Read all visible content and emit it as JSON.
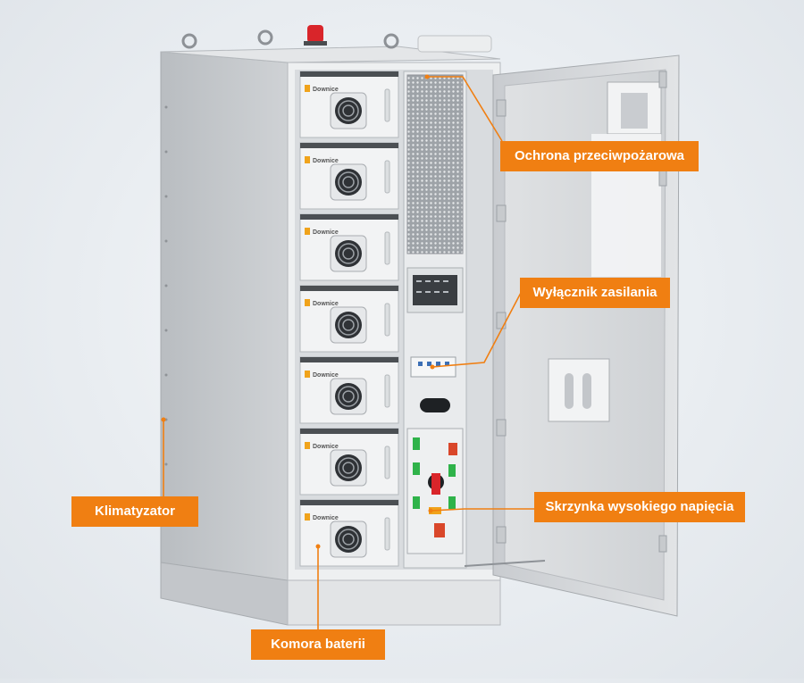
{
  "brand": "Downice",
  "callouts": {
    "fire_protection": "Ochrona przeciwpożarowa",
    "power_switch": "Wyłącznik zasilania",
    "air_conditioner": "Klimatyzator",
    "high_voltage_box": "Skrzynka wysokiego napięcia",
    "battery_chamber": "Komora baterii"
  },
  "colors": {
    "callout_bg": "#f07f12",
    "callout_text": "#ffffff",
    "leader_line": "#f07f12",
    "cabinet_body": "#d3d6d9",
    "battery_module": "#f1f2f3",
    "fire_beacon": "#d9252a"
  }
}
